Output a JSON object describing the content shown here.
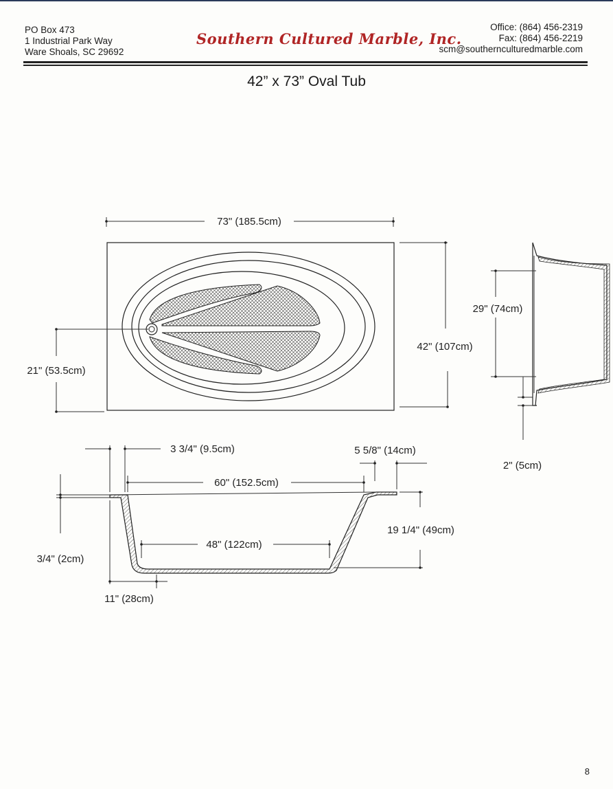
{
  "header": {
    "address": [
      "PO Box 473",
      "1 Industrial Park Way",
      "Ware Shoals, SC 29692"
    ],
    "company": "Southern Cultured Marble, Inc.",
    "contact": [
      "Office: (864) 456-2319",
      "Fax: (864) 456-2219",
      "scm@southernculturedmarble.com"
    ]
  },
  "title": "42” x 73” Oval Tub",
  "dimensions": {
    "length": "73\" (185.5cm)",
    "width": "42\" (107cm)",
    "drain_offset": "21\" (53.5cm)",
    "side_depth": "29\" (74cm)",
    "side_flange": "2\" (5cm)",
    "deck_left": "3 3/4\" (9.5cm)",
    "deck_right": "5 5/8\" (14cm)",
    "top_opening": "60\" (152.5cm)",
    "bottom_length": "48\" (122cm)",
    "height": "19 1/4\" (49cm)",
    "rim_thickness": "3/4\" (2cm)",
    "base_offset": "11\" (28cm)"
  },
  "page_number": "8",
  "colors": {
    "logo": "#b02525",
    "ink": "#222222",
    "top_line": "#2a3a5a"
  }
}
